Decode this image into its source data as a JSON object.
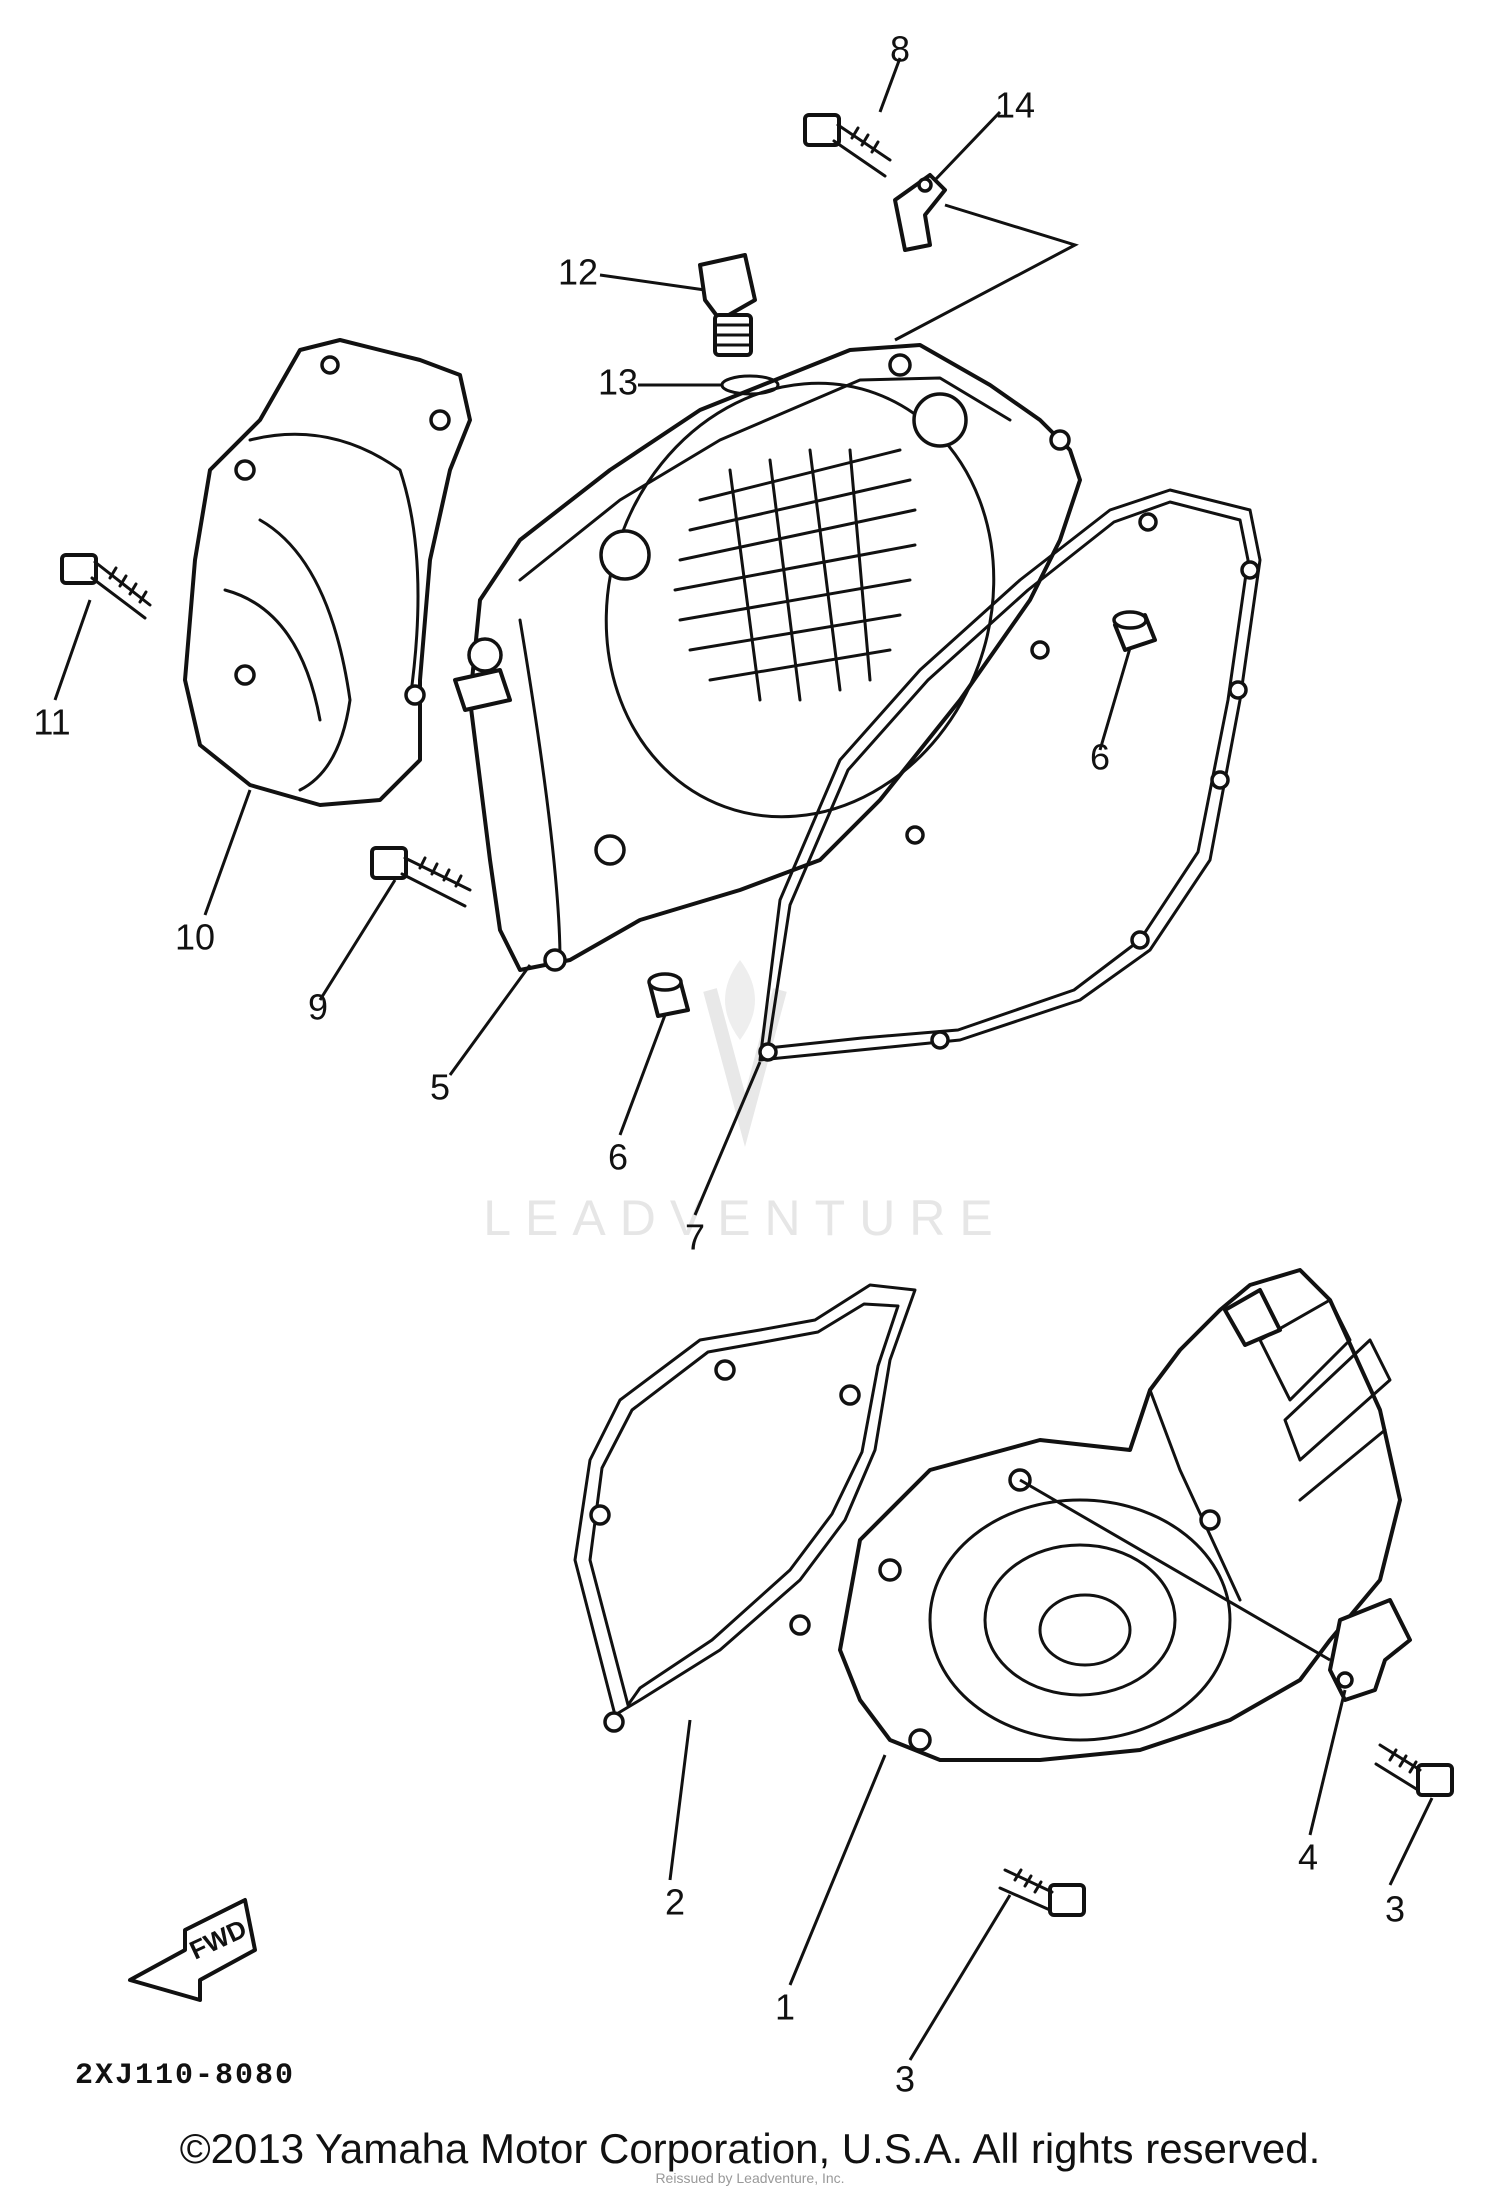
{
  "watermark": {
    "text": "LEADVENTURE"
  },
  "diagram_code": "2XJ110-8080",
  "fwd_label": "FWD",
  "copyright": "©2013 Yamaha Motor Corporation, U.S.A. All rights reserved.",
  "fine_print": "Reissued by Leadventure, Inc.",
  "callouts": {
    "c1": "1",
    "c2": "2",
    "c3a": "3",
    "c3b": "3",
    "c4": "4",
    "c5": "5",
    "c6a": "6",
    "c6b": "6",
    "c7": "7",
    "c8": "8",
    "c9": "9",
    "c10": "10",
    "c11": "11",
    "c12": "12",
    "c13": "13",
    "c14": "14"
  }
}
